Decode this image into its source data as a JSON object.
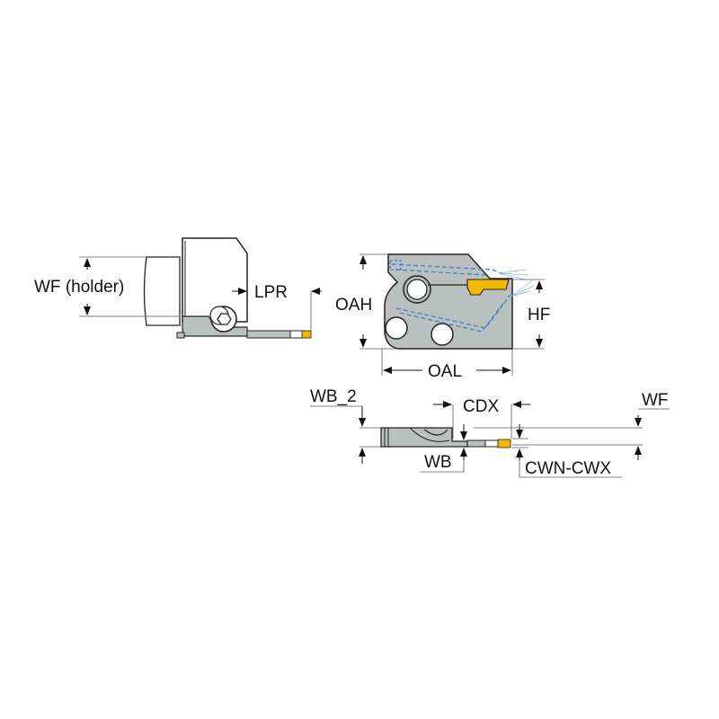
{
  "colors": {
    "body": "#b9c0bd",
    "body_dark": "#9aa19e",
    "insert": "#f5b800",
    "coolant": "#3f7fd6",
    "line": "#222222",
    "dim": "#555555"
  },
  "views": {
    "side": {
      "labels": {
        "wf_holder": "WF (holder)",
        "lpr": "LPR"
      }
    },
    "front": {
      "labels": {
        "oah": "OAH",
        "hf": "HF",
        "oal": "OAL"
      }
    },
    "top": {
      "labels": {
        "wb_2": "WB_2",
        "cdx": "CDX",
        "wf": "WF",
        "wb": "WB",
        "cwn_cwx": "CWN-CWX"
      }
    }
  }
}
